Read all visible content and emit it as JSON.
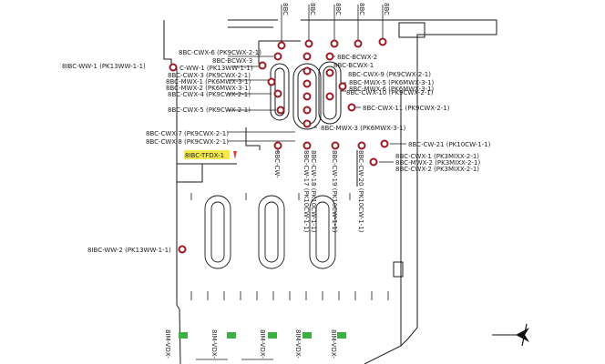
{
  "colors": {
    "pit": "#9b1b25",
    "line": "#1a1a1a",
    "highlight": "#f4e84a",
    "green": "#3cb043",
    "arrow": "#d94040"
  },
  "top_labels": [
    "8BC",
    "8BC",
    "8BC",
    "8BC",
    "8BC"
  ],
  "labels": {
    "ww1": "8IBC-WW-1 (PK13WW-1-1)",
    "ww1b": "C-WW-1 (PK13WW-1-1)",
    "cwx6": "8BC-CWX-6 (PK9CWX-2-1)",
    "bcwx3": "8BC-BCWX-3",
    "bcwx2": "8BC-BCWX-2",
    "bcwx1": "8BC-BCWX-1",
    "cwx3": "8BC-CWX-3 (PK9CWX-2-1)",
    "mwx1": "8BC-MWX-1 (PK6MWX-3-1)",
    "mwx2": "8BC-MWX-2 (PK6MWX-3-1)",
    "cwx4": "8BC-CWX-4 (PK9CWX-2-1)",
    "cwx5": "8BC-CWX-5 (PK9CWX-2-1)",
    "cwx9": "8BC-CWX-9 (PK9CWX-2-1)",
    "mwx5": "8BC-MWX-5 (PK6MWX-3-1)",
    "mwx6": "8BC-MWX-6 (PK6MWX-3-1)",
    "cwx10": "8BC-CWX-10 (PK9CWX-2-1)",
    "cwx11": "8BC-CWX-11 (PK9CWX-2-1)",
    "mwx3": "8BC-MWX-3 (PK6MWX-3-1)",
    "cwx7": "8BC-CWX-7 (PK9CWX-2-1)",
    "cwx8": "8BC-CWX-8 (PK9CWX-2-1)",
    "tfdx1": "8IBC-TFDX-1",
    "cw21": "8BC-CW-21 (PK10CW-1-1)",
    "cwx1": "8BC-CWX-1 (PK3MIXX-2-1)",
    "mwx2b": "8BC-MWX-2 (PK3MIXX-2-1)",
    "cwx2": "8BC-CWX-2 (PK3MIXX-2-1)",
    "ww2": "8IBC-WW-2 (PK13WW-1-1)",
    "cw": "8BC-CW-",
    "cw17": "8BC-CW-17 (PK10CW-1-1)",
    "cw18": "8BC-CW-18 (PK10CW-1-1)",
    "cw19": "8BC-CW-19 (PK10CW-1-1)",
    "cw20": "8BC-CW-20 (PK10CW-1-1)"
  },
  "bottom_labels": [
    "8IM-VDX-",
    "8IM-VDX-",
    "8IM-VDX-",
    "8IM-VDX-",
    "8IM-VDX-"
  ]
}
